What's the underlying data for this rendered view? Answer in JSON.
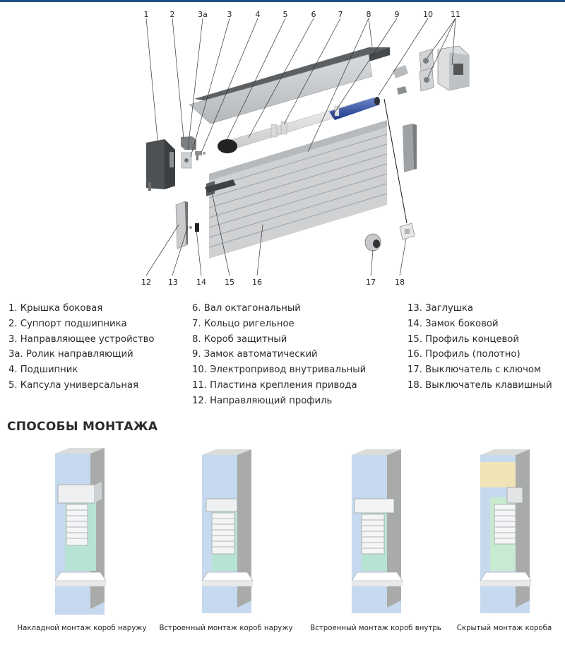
{
  "diagram": {
    "callouts": [
      "1",
      "2",
      "3а",
      "3",
      "4",
      "5",
      "6",
      "7",
      "8",
      "9",
      "10",
      "11",
      "12",
      "13",
      "14",
      "15",
      "16",
      "17",
      "18"
    ]
  },
  "legend": {
    "col1": [
      "1. Крышка боковая",
      "2. Суппорт подшипника",
      "3. Направляющее устройство",
      "3а. Ролик направляющий",
      "4. Подшипник",
      "5. Капсула универсальная"
    ],
    "col2": [
      "6. Вал октагональный",
      "7. Кольцо ригельное",
      "8. Короб защитный",
      "9. Замок автоматический",
      "10. Электропривод внутривальный",
      "11. Пластина крепления привода",
      "12. Направляющий профиль"
    ],
    "col3": [
      "13. Заглушка",
      "14. Замок боковой",
      "15. Профиль концевой",
      "16. Профиль (полотно)",
      "17. Выключатель с ключом",
      "18. Выключатель клавишный"
    ]
  },
  "mounting": {
    "title": "СПОСОБЫ МОНТАЖА",
    "items": [
      {
        "caption": "Накладной монтаж короб наружу"
      },
      {
        "caption": "Встроенный монтаж короб наружу"
      },
      {
        "caption": "Встроенный монтаж короб внутрь"
      },
      {
        "caption": "Скрытый монтаж короба"
      }
    ]
  }
}
